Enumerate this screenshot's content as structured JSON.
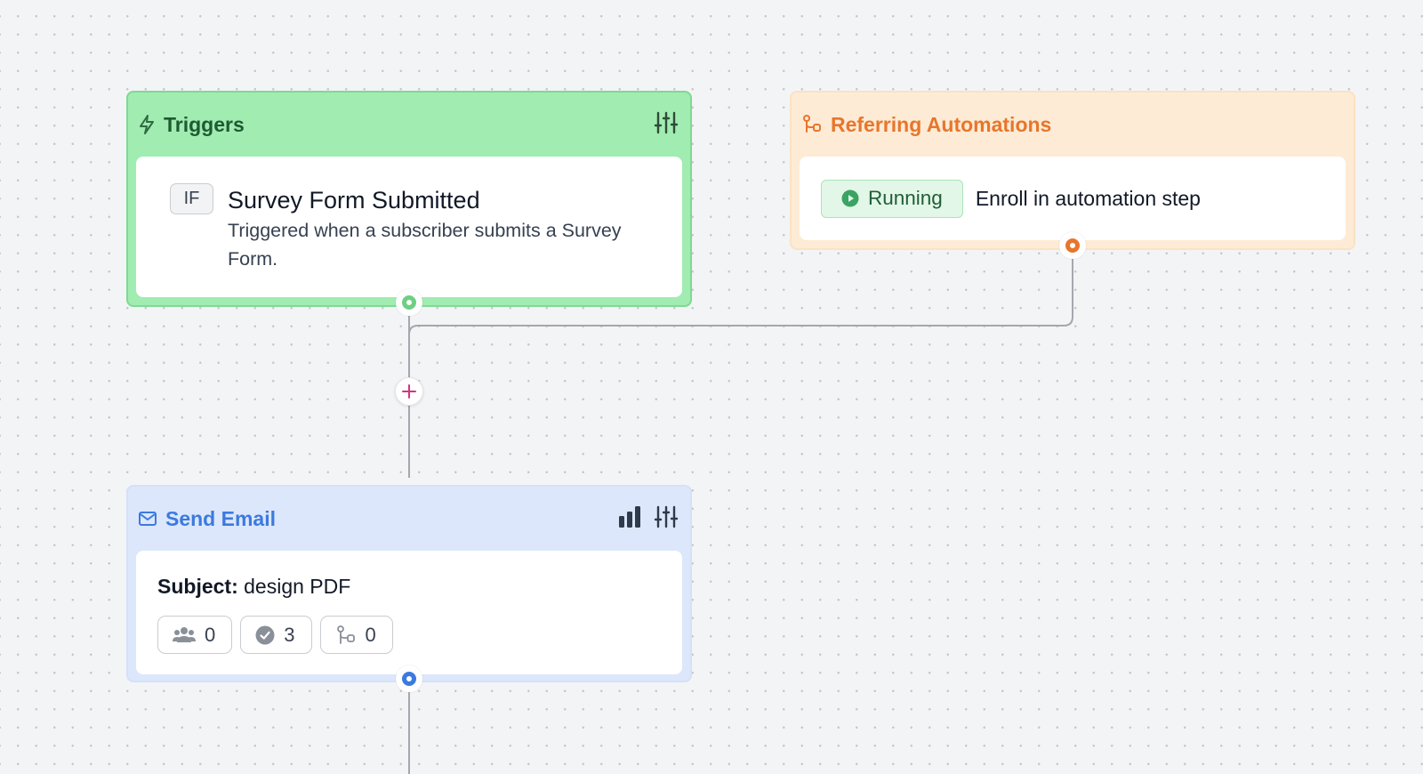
{
  "colors": {
    "trigger_accent": "#7fd994",
    "referring_accent": "#e7762c",
    "email_accent": "#3b7ae0",
    "add_icon": "#d1357f"
  },
  "trigger": {
    "title": "Triggers",
    "condition_label": "IF",
    "event_title": "Survey Form Submitted",
    "event_description": "Triggered when a subscriber submits a Survey Form."
  },
  "referring": {
    "title": "Referring Automations",
    "status": "Running",
    "step_label": "Enroll in automation step"
  },
  "email": {
    "title": "Send Email",
    "subject_label": "Subject:",
    "subject_value": "design PDF",
    "stats": [
      {
        "icon": "users-icon",
        "value": "0"
      },
      {
        "icon": "check-circle-icon",
        "value": "3"
      },
      {
        "icon": "branch-icon",
        "value": "0"
      }
    ]
  }
}
